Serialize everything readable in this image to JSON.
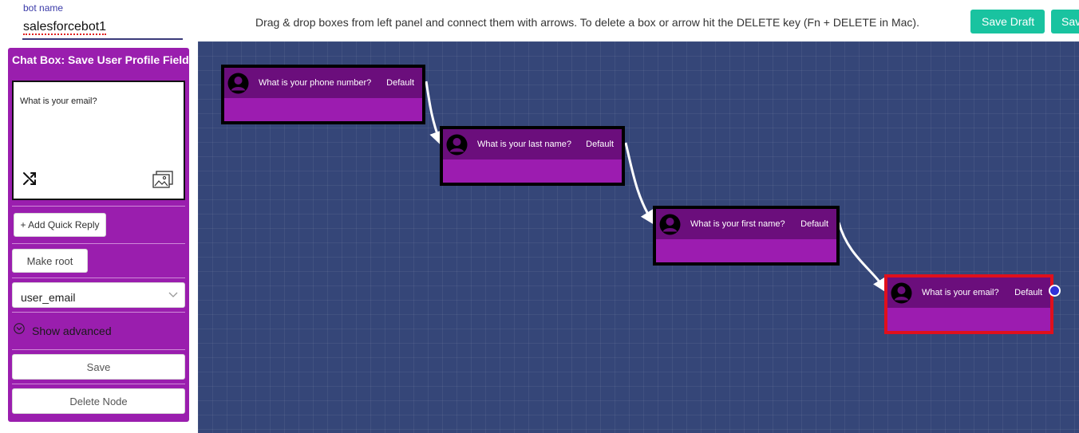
{
  "header": {
    "bot_name_label": "bot name",
    "bot_name_value": "salesforcebot1",
    "instructions": "Drag & drop boxes from left panel and connect them with arrows. To delete a box or arrow hit the DELETE key (Fn + DELETE in Mac).",
    "save_draft_label": "Save Draft",
    "save_label": "Sav"
  },
  "panel": {
    "title": "Chat Box: Save User Profile Field",
    "message_text": "What is your email?",
    "add_quick_reply_label": "+ Add Quick Reply",
    "make_root_label": "Make root",
    "field_value": "user_email",
    "show_advanced_label": "Show advanced",
    "save_label": "Save",
    "delete_node_label": "Delete Node"
  },
  "nodes": [
    {
      "title": "What is your phone number?",
      "default_label": "Default"
    },
    {
      "title": "What is your last name?",
      "default_label": "Default"
    },
    {
      "title": "What is your first name?",
      "default_label": "Default"
    },
    {
      "title": "What is your email?",
      "default_label": "Default",
      "selected": true
    }
  ],
  "colors": {
    "accent_green": "#19c3a0",
    "panel_purple": "#9a1eae",
    "node_header_purple": "#6b0e7c",
    "canvas_blue": "#354678",
    "selected_border": "#e0101c"
  },
  "icons": [
    "avatar-icon",
    "shuffle-icon",
    "image-icon",
    "chevron-down-icon",
    "chevron-circle-icon"
  ]
}
